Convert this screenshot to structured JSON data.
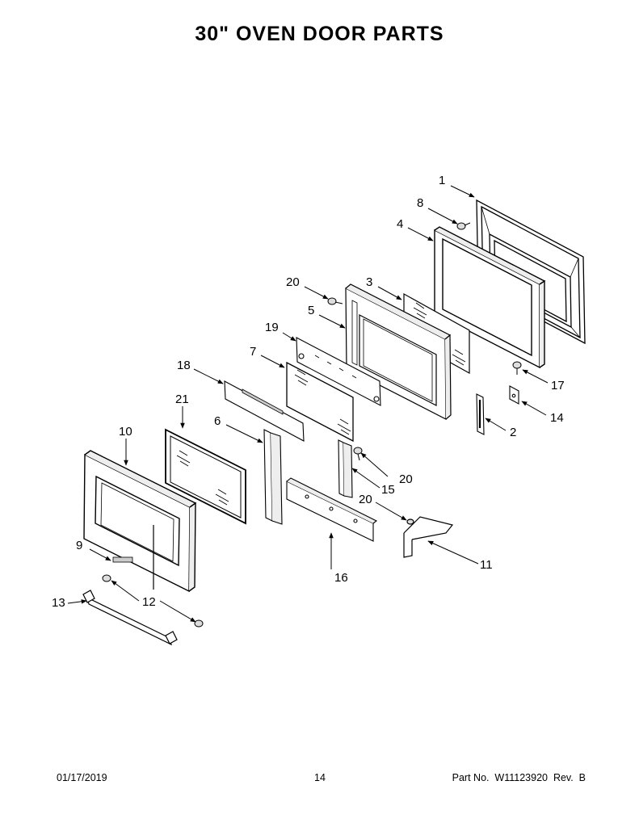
{
  "title": "30\" OVEN DOOR PARTS",
  "callouts": {
    "c1": "1",
    "c2": "2",
    "c3": "3",
    "c4": "4",
    "c5": "5",
    "c6": "6",
    "c7": "7",
    "c8": "8",
    "c9": "9",
    "c10": "10",
    "c11": "11",
    "c12": "12",
    "c13": "13",
    "c14": "14",
    "c15": "15",
    "c16": "16",
    "c17": "17",
    "c18": "18",
    "c19": "19",
    "c20a": "20",
    "c20b": "20",
    "c20c": "20",
    "c21": "21"
  },
  "footer": {
    "date": "01/17/2019",
    "page": "14",
    "part": "Part No.  W11123920  Rev.  B"
  }
}
